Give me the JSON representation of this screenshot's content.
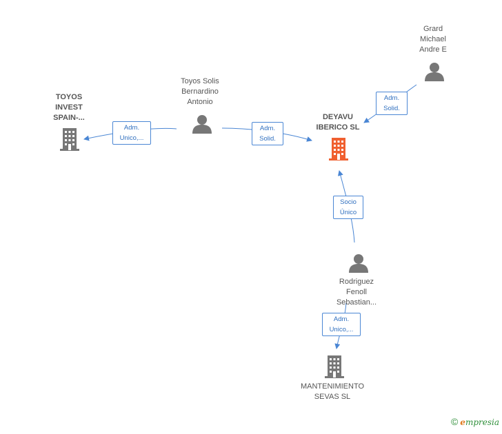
{
  "colors": {
    "edge": "#4a86d4",
    "person": "#777777",
    "company": "#777777",
    "main_company": "#f06030"
  },
  "nodes": {
    "toyos_invest": {
      "label_lines": [
        "TOYOS",
        "INVEST",
        "SPAIN-..."
      ],
      "icon": "building-icon"
    },
    "toyos_solis": {
      "label_lines": [
        "Toyos Solis",
        "Bernardino",
        "Antonio"
      ],
      "icon": "person-icon"
    },
    "grard": {
      "label_lines": [
        "Grard",
        "Michael",
        "Andre E"
      ],
      "icon": "person-icon"
    },
    "deyavu": {
      "label_lines": [
        "DEYAVU",
        "IBERICO  SL"
      ],
      "icon": "building-icon"
    },
    "rodriguez": {
      "label_lines": [
        "Rodriguez",
        "Fenoll",
        "Sebastian..."
      ],
      "icon": "person-icon"
    },
    "mantenimiento": {
      "label_lines": [
        "MANTENIMIENTO",
        "SEVAS  SL"
      ],
      "icon": "building-icon"
    }
  },
  "edges": {
    "e1": {
      "lines": [
        "Adm.",
        "Unico,..."
      ]
    },
    "e2": {
      "lines": [
        "Adm.",
        "Solid."
      ]
    },
    "e3": {
      "lines": [
        "Adm.",
        "Solid."
      ]
    },
    "e4": {
      "lines": [
        "Socio",
        "Único"
      ]
    },
    "e5": {
      "lines": [
        "Adm.",
        "Unico,..."
      ]
    }
  },
  "footer": {
    "copyright": "©",
    "brand_initial": "e",
    "brand_rest": "mpresia"
  }
}
